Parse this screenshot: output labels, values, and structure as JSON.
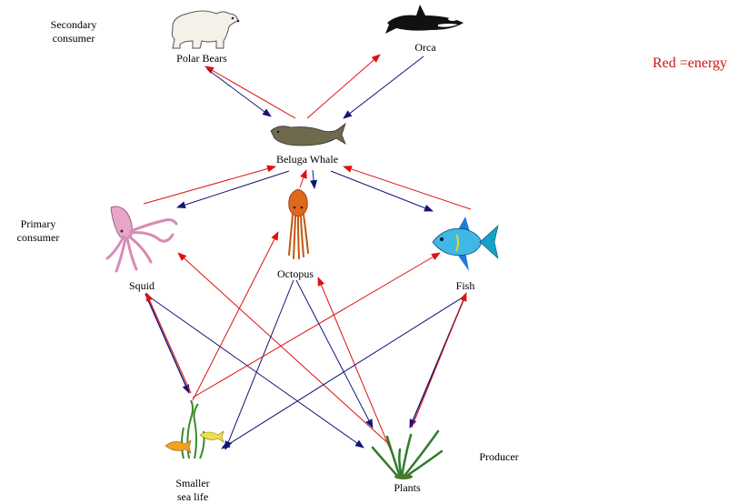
{
  "levels": {
    "secondary": "Secondary\nconsumer",
    "primary": "Primary\nconsumer",
    "producer": "Producer"
  },
  "legend": "Red =energy",
  "organisms": {
    "polar_bears": "Polar Bears",
    "orca": "Orca",
    "beluga": "Beluga Whale",
    "squid": "Squid",
    "octopus": "Octopus",
    "fish": "Fish",
    "smaller_sea_life": "Smaller\nsea life",
    "plants": "Plants"
  },
  "colors": {
    "energy_arrow": "#dd1111",
    "feeding_arrow": "#141478",
    "legend_text": "#cc1111"
  },
  "icons": [
    "polar-bear-icon",
    "orca-icon",
    "beluga-whale-icon",
    "squid-icon",
    "octopus-icon",
    "tropical-fish-icon",
    "seaweed-fish-icon",
    "sea-plants-icon"
  ]
}
